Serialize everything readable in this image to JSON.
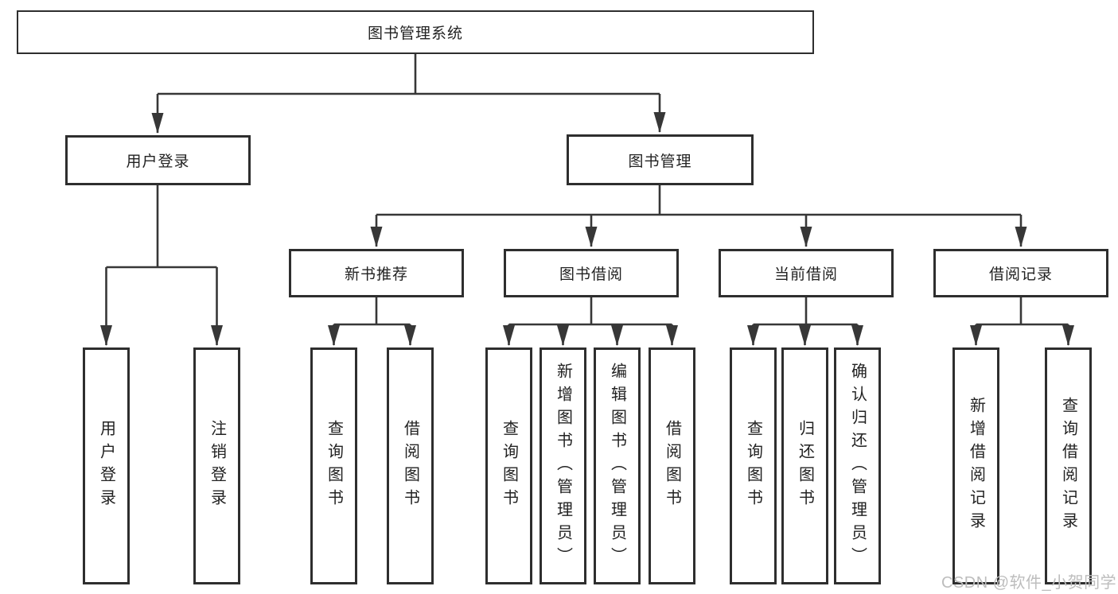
{
  "diagram": {
    "root_label": "图书管理系统",
    "branches": [
      {
        "label": "用户登录",
        "children": [
          {
            "label": "用户登录"
          },
          {
            "label": "注销登录"
          }
        ]
      },
      {
        "label": "图书管理",
        "children": [
          {
            "label": "新书推荐",
            "children": [
              {
                "label": "查询图书"
              },
              {
                "label": "借阅图书"
              }
            ]
          },
          {
            "label": "图书借阅",
            "children": [
              {
                "label": "查询图书"
              },
              {
                "label": "新增图书（管理员）"
              },
              {
                "label": "编辑图书（管理员）"
              },
              {
                "label": "借阅图书"
              }
            ]
          },
          {
            "label": "当前借阅",
            "children": [
              {
                "label": "查询图书"
              },
              {
                "label": "归还图书"
              },
              {
                "label": "确认归还（管理员）"
              }
            ]
          },
          {
            "label": "借阅记录",
            "children": [
              {
                "label": "新增借阅记录"
              },
              {
                "label": "查询借阅记录"
              }
            ]
          }
        ]
      }
    ]
  },
  "watermark": {
    "text": "CSDN @软件_小贺同学"
  },
  "colors": {
    "line": "#373737",
    "box_border": "#2e2e2e",
    "text": "#222222",
    "background": "#ffffff",
    "watermark": "#bdbdbd"
  }
}
